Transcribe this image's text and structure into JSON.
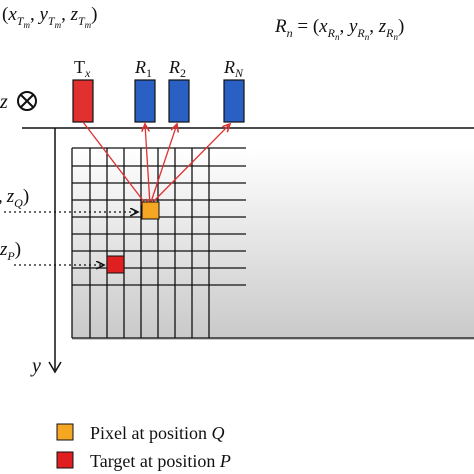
{
  "labels": {
    "tx_coord": "(x",
    "rn_formula": "R",
    "z_axis": "z",
    "y_axis": "y"
  },
  "tx_coord_parts": {
    "open": "(",
    "x": "x",
    "x_sub": "T",
    "x_subsub": "m",
    "y": "y",
    "y_sub": "T",
    "y_subsub": "m",
    "z": "z",
    "z_sub": "T",
    "z_subsub": "m",
    "close": ")"
  },
  "rn_parts": {
    "R": "R",
    "R_sub": "n",
    "eq": " = (",
    "x": "x",
    "x_sub": "R",
    "x_subsub": "n",
    "y": "y",
    "y_sub": "R",
    "y_subsub": "n",
    "z": "z",
    "z_sub": "R",
    "z_subsub": "n",
    "close": ")"
  },
  "antennas": [
    {
      "label": "T",
      "sub": "x",
      "color": "#e03030",
      "role": "transmitter"
    },
    {
      "label": "R",
      "sub": "1",
      "color": "#2a5fc4",
      "role": "receiver"
    },
    {
      "label": "R",
      "sub": "2",
      "color": "#2a5fc4",
      "role": "receiver"
    },
    {
      "label": "R",
      "sub": "N",
      "color": "#2a5fc4",
      "role": "receiver"
    }
  ],
  "left_labels": {
    "q_label_z": "z",
    "q_label_sub": "Q",
    "q_label_prefix": ",",
    "q_label_suffix": ")",
    "p_label_z": "z",
    "p_label_sub": "P",
    "p_label_suffix": ")"
  },
  "legend": [
    {
      "text": "Pixel at position ",
      "var": "Q",
      "color": "#f5a623"
    },
    {
      "text": "Target at position ",
      "var": "P",
      "color": "#e02020"
    }
  ],
  "colors": {
    "pixel_q": "#f5a623",
    "target_p": "#e02020",
    "ray": "#e03030",
    "grid": "#111111"
  }
}
